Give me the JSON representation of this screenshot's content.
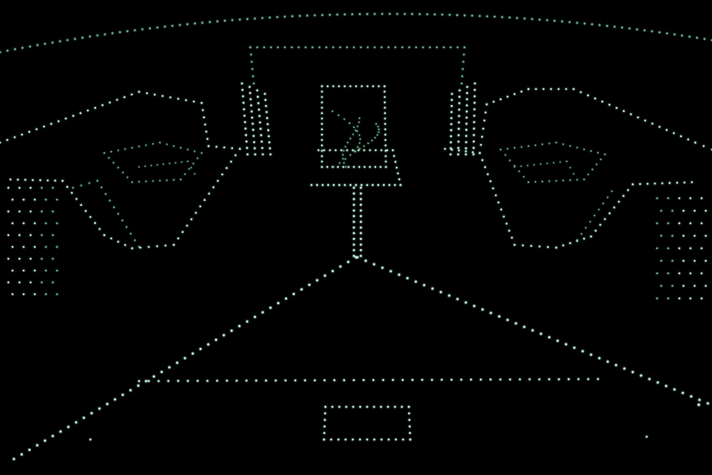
{
  "scene": {
    "description_visible_text": "",
    "colors": {
      "background": "#000000",
      "dot_primary": "#c8ffe6",
      "dot_glow": "#3cff9a",
      "dot_dim": "#6fbf95"
    },
    "elements": [
      {
        "id": "outer-arc",
        "name": "outer-arc-dots"
      },
      {
        "id": "upper-frame",
        "name": "upper-frame-dots"
      },
      {
        "id": "left-pillar",
        "name": "left-pillar-dots"
      },
      {
        "id": "right-pillar",
        "name": "right-pillar-dots"
      },
      {
        "id": "center-window",
        "name": "center-window-dots"
      },
      {
        "id": "center-stand",
        "name": "center-stand-dots"
      },
      {
        "id": "left-hexagon",
        "name": "left-hexagon-dots"
      },
      {
        "id": "right-hexagon",
        "name": "right-hexagon-dots"
      },
      {
        "id": "left-diagonal",
        "name": "left-diagonal-dots"
      },
      {
        "id": "right-diagonal",
        "name": "right-diagonal-dots"
      },
      {
        "id": "bottom-line",
        "name": "bottom-line-dots"
      },
      {
        "id": "bottom-square",
        "name": "bottom-square-dots"
      }
    ]
  }
}
